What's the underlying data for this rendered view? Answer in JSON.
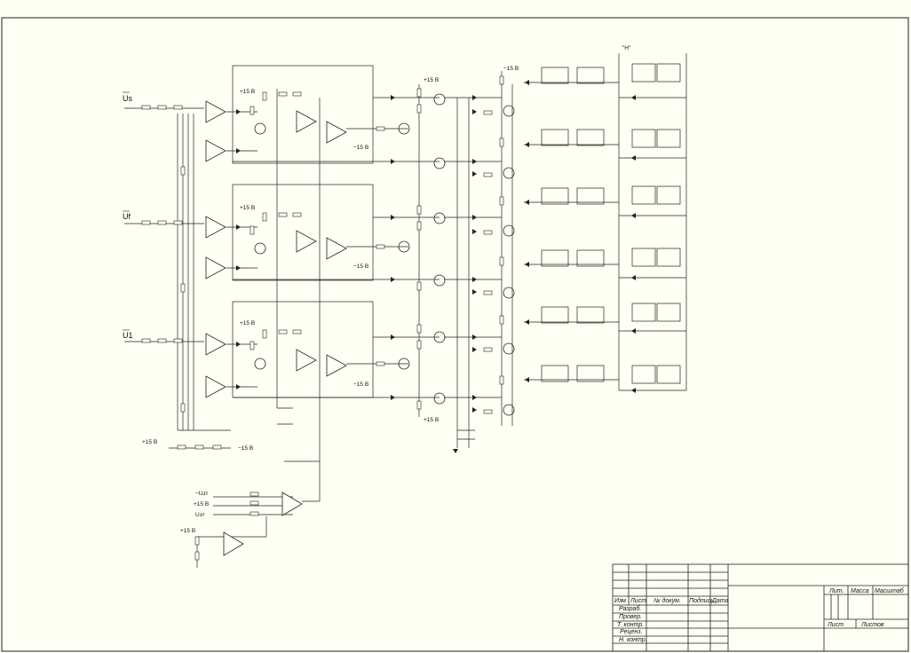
{
  "signals": {
    "us": "Us",
    "uf": "Uf",
    "u1": "U1",
    "minus_ust": "−Uзт",
    "plus15_in": "+15 B",
    "ust": "Uзт",
    "h_mark": "\"H\""
  },
  "supply": {
    "plus15": "+15 B",
    "minus15": "−15 B"
  },
  "title_block": {
    "izm": "Изм",
    "list": "Лист",
    "doc_no": "№ докум.",
    "signature": "Подпись",
    "date": "Дата",
    "razrab": "Разраб.",
    "prover": "Провер.",
    "t_kontr": "Т. контр.",
    "reczn": "Реценз.",
    "n_kontr": "Н. контр.",
    "lit": "Лит.",
    "massa": "Масса",
    "masshtab": "Масштаб",
    "list2": "Лист",
    "listov": "Листов"
  }
}
